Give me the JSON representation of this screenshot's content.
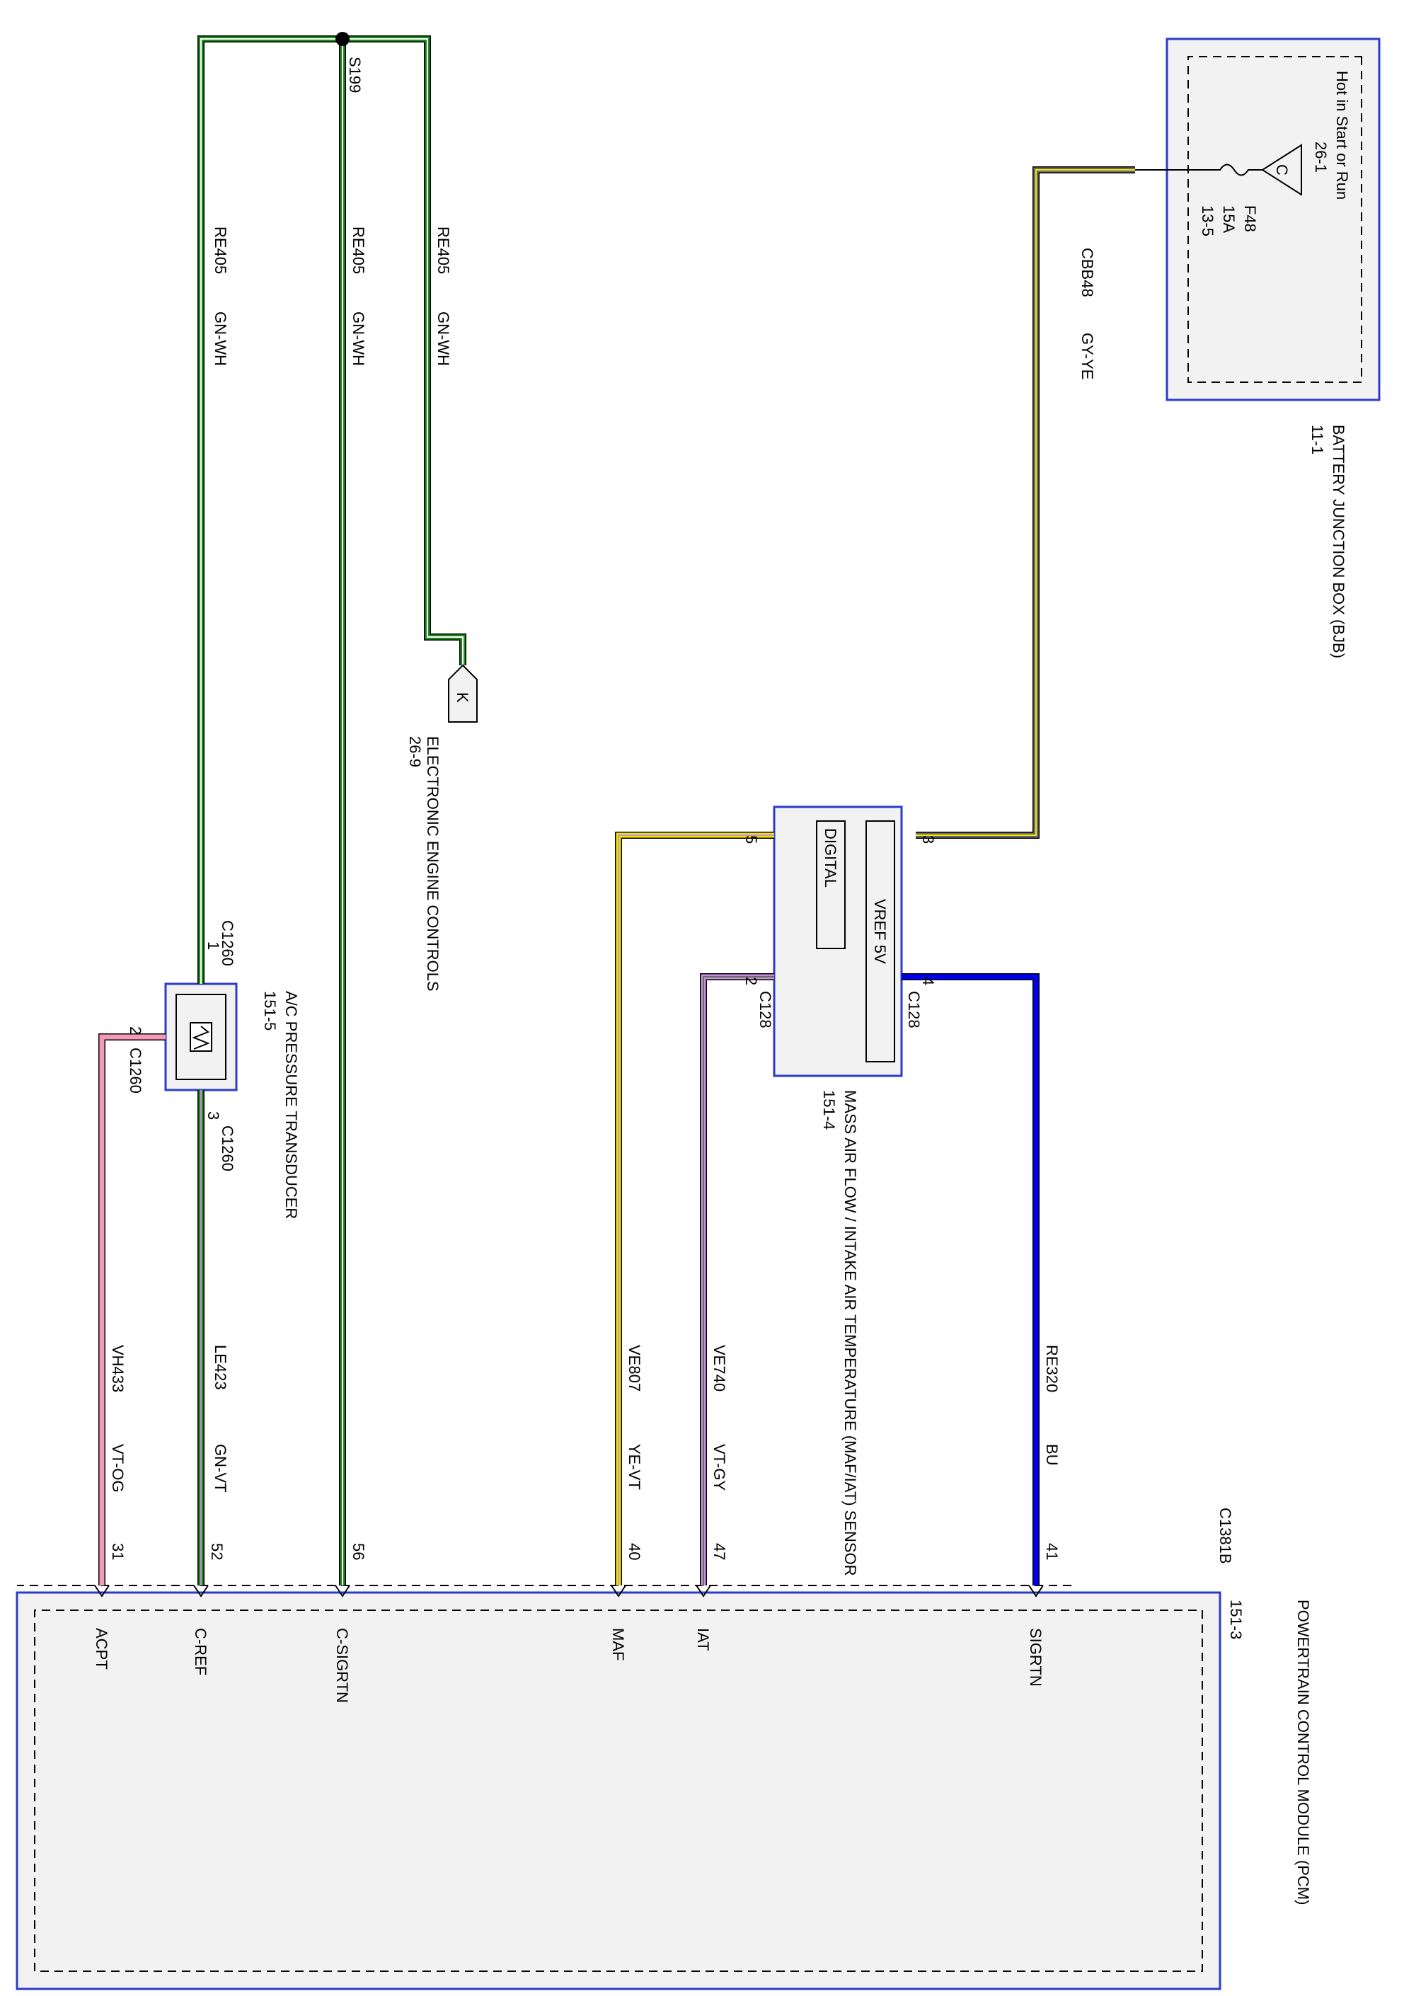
{
  "colors": {
    "GN": "#1d8a1d",
    "WH": "#ffffff",
    "GY": "#6b6b6b",
    "YE": "#f2e600",
    "VT": "#c890d8",
    "VT_OG": "#f49ab6",
    "BU": "#0000ee",
    "frame": "#2b3cc8",
    "box_fill": "#f2f2f2"
  },
  "components": {
    "pcm": {
      "name": "POWERTRAIN CONTROL MODULE (PCM)",
      "page": "151-3"
    },
    "bjb": {
      "name": "BATTERY JUNCTION BOX (BJB)",
      "page": "11-1"
    },
    "maf_iat": {
      "name": "MASS AIR FLOW / INTAKE AIR TEMPERATURE (MAF/IAT) SENSOR",
      "page": "151-4"
    },
    "ac": {
      "name": "A/C PRESSURE TRANSDUCER",
      "page": "151-5"
    }
  },
  "labels": {
    "maf_vref": "VREF 5V",
    "maf_digital": "DIGITAL",
    "hot_in": "Hot in Start or Run",
    "hot_page": "26-1",
    "hot_symbol": "C",
    "fuse_name": "F48",
    "fuse_rating": "15A",
    "fuse_page": "13-5",
    "splice": "S199",
    "k_connector_letter": "K",
    "k_connector_name": "ELECTRONIC ENGINE CONTROLS",
    "k_connector_page": "26-9",
    "pcm_connector": "C1381B"
  },
  "wires": [
    {
      "circuit": "CBB48",
      "color": "GY-YE",
      "from": "BJB F48",
      "to": "MAF/IAT C128 pin 3"
    },
    {
      "circuit": "RE320",
      "color": "BU",
      "from": "MAF/IAT C128 pin 4",
      "to": "PCM C1381B pin 41 SIGRTN"
    },
    {
      "circuit": "VE740",
      "color": "VT-GY",
      "from": "MAF/IAT C128 pin 2",
      "to": "PCM pin 47 IAT"
    },
    {
      "circuit": "VE807",
      "color": "YE-VT",
      "from": "MAF/IAT C128 pin 5",
      "to": "PCM pin 40 MAF"
    },
    {
      "circuit": "RE405",
      "color": "GN-WH",
      "from": "S199",
      "to": "ELECTRONIC ENGINE CONTROLS K"
    },
    {
      "circuit": "RE405",
      "color": "GN-WH",
      "from": "S199",
      "to": "PCM pin 56 C-SIGRTN"
    },
    {
      "circuit": "RE405",
      "color": "GN-WH",
      "from": "S199",
      "to": "A/C C1260 pin 1"
    },
    {
      "circuit": "LE423",
      "color": "GN-VT",
      "from": "A/C C1260 pin 3",
      "to": "PCM pin 52 C-REF"
    },
    {
      "circuit": "VH433",
      "color": "VT-OG",
      "from": "A/C C1260 pin 2",
      "to": "PCM pin 31 ACPT"
    }
  ],
  "maf_pins": {
    "p3": "3",
    "p4": "4",
    "p5": "5",
    "p2": "2",
    "connector": "C128"
  },
  "ac_pins": {
    "p1": "1",
    "p2": "2",
    "p3": "3",
    "connector": "C1260"
  },
  "pcm_pins": [
    {
      "num": "41",
      "name": "SIGRTN"
    },
    {
      "num": "47",
      "name": "IAT"
    },
    {
      "num": "40",
      "name": "MAF"
    },
    {
      "num": "56",
      "name": "C-SIGRTN"
    },
    {
      "num": "52",
      "name": "C-REF"
    },
    {
      "num": "31",
      "name": "ACPT"
    }
  ]
}
